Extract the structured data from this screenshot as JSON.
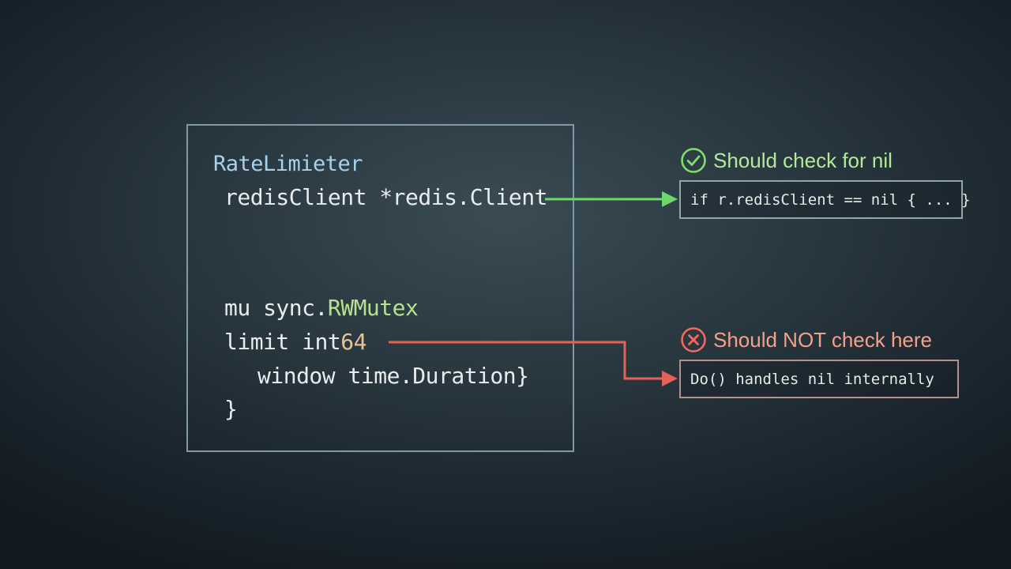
{
  "code": {
    "struct_name": "RateLimieter",
    "line_redis": "redisClient *redis.Client",
    "mu_prefix": "mu sync.",
    "mu_type": "RWMutex",
    "limit_prefix": "limit int",
    "limit_suffix": "64",
    "line_window": "window time.Duration}",
    "closing_brace": "}"
  },
  "annotations": {
    "good": {
      "label": "Should check for nil",
      "snippet": "if r.redisClient == nil { ... }",
      "icon": "check-circle-icon",
      "color": "#7ee06a"
    },
    "bad": {
      "label": "Should NOT check here",
      "snippet": "Do() handles nil internally",
      "icon": "x-circle-icon",
      "color": "#f06a60"
    }
  }
}
